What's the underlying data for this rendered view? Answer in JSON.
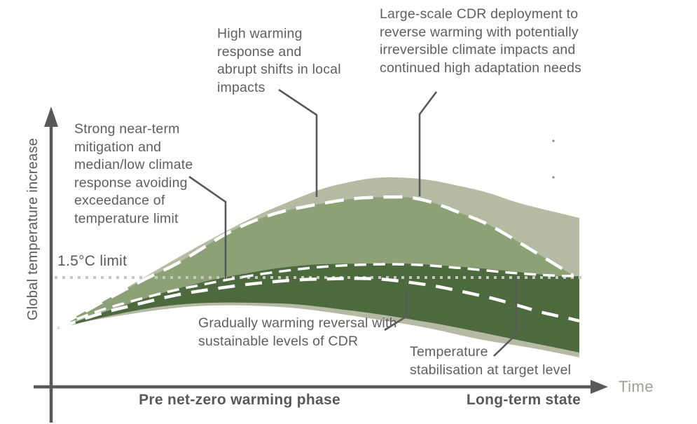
{
  "colors": {
    "background": "#ffffff",
    "light_sage": "#b5bba3",
    "medium_sage": "#8da177",
    "dark_green": "#4d6a3e",
    "dash_white": "#ffffff",
    "limit_dotted": "#c5c7c1",
    "axis_gray": "#58595b",
    "leader_gray": "#58595b",
    "text_gray": "#5e6060",
    "time_label_color": "#9aa48f",
    "speck_gray": "#8a8a8a"
  },
  "axes": {
    "y_label": "Global temperature increase",
    "x_phase_left": "Pre net-zero warming phase",
    "x_phase_right": "Long-term state",
    "x_end_label": "Time"
  },
  "limit_line": {
    "label": "1.5°C limit"
  },
  "annotations": {
    "strong_mitigation": "Strong near-term\nmitigation and\nmedian/low climate\nresponse avoiding\nexceedance of\ntemperature limit",
    "high_warming": "High warming\nresponse and\nabrupt shifts in local\nimpacts",
    "large_scale_cdr": "Large-scale CDR deployment to\nreverse warming with potentially\nirreversible climate impacts and\ncontinued high adaptation needs",
    "gradual_reversal": "Gradually warming reversal with\nsustainable levels of CDR",
    "temperature_stabilisation": "Temperature\nstabilisation at target level"
  }
}
